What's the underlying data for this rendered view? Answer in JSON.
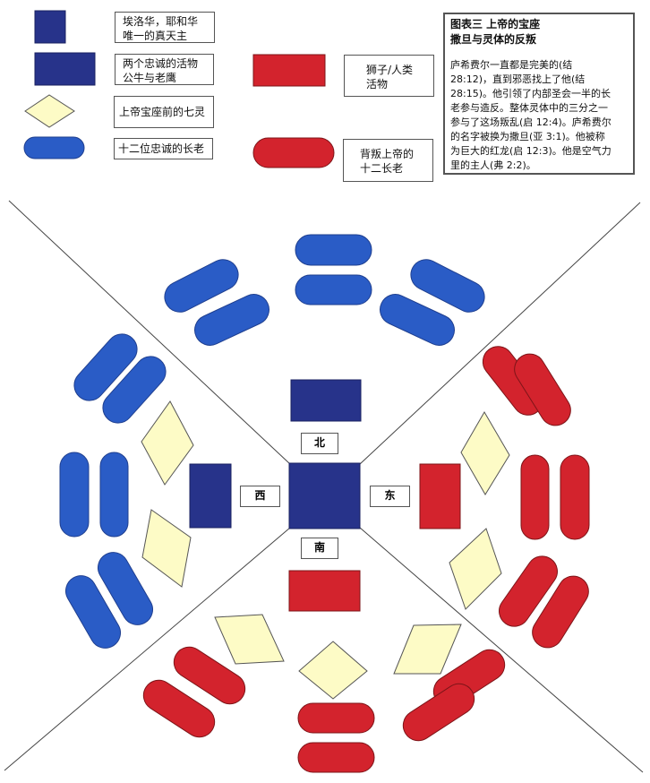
{
  "legend": {
    "god": [
      "埃洛华，耶和华",
      "唯一的真天主"
    ],
    "loyal_creatures": [
      "两个忠诚的活物",
      "公牛与老鹰"
    ],
    "seven_spirits": [
      "上帝宝座前的七灵"
    ],
    "loyal_elders": [
      "十二位忠诚的长老"
    ],
    "rebel_creatures": [
      "狮子/人类",
      "活物"
    ],
    "rebel_elders": [
      "背叛上帝的",
      "十二长老"
    ]
  },
  "info": {
    "title": [
      "图表三 上帝的宝座",
      "撒旦与灵体的反叛"
    ],
    "body": [
      "庐希费尔一直都是完美的(结",
      "28:12)，直到邪恶找上了他(结",
      "28:15)。他引领了内部圣会一半的长",
      "老参与造反。整体灵体中的三分之一",
      "参与了这场叛乱(启 12:4)。庐希费尔",
      "的名字被换为撒旦(亚 3:1)。他被称",
      "为巨大的红龙(启 12:3)。他是空气力",
      "里的主人(弗 2:2)。"
    ]
  },
  "directions": {
    "north": "北",
    "south": "南",
    "east": "东",
    "west": "西"
  },
  "colors": {
    "navy": "#27338a",
    "blue": "#2a5cc6",
    "red": "#d3232d",
    "yellow": "#fdfbc6"
  }
}
